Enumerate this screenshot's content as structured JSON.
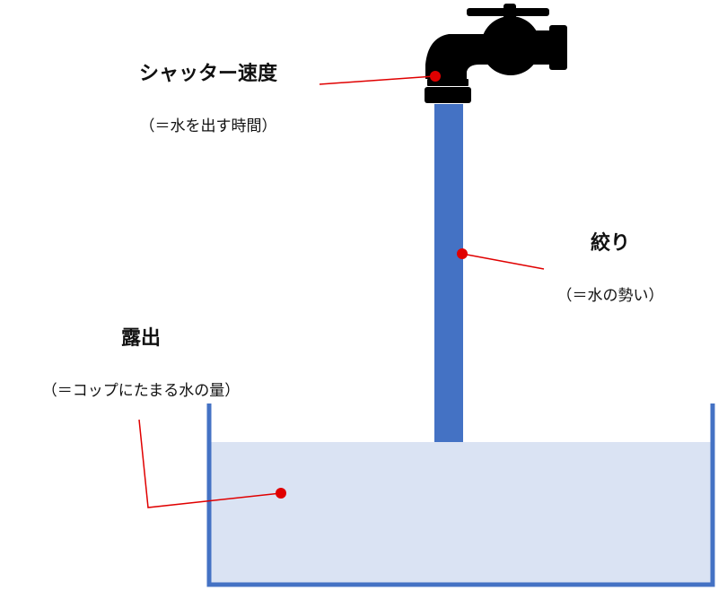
{
  "labels": {
    "shutter": {
      "title": "シャッター速度",
      "subtitle": "（＝水を出す時間）"
    },
    "aperture": {
      "title": "絞り",
      "subtitle": "（＝水の勢い）"
    },
    "exposure": {
      "title": "露出",
      "subtitle": "（＝コップにたまる水の量）"
    }
  },
  "icons": {
    "faucet": "faucet-icon"
  },
  "colors": {
    "water_stream": "#4472c4",
    "water_pool": "#dae3f3",
    "container": "#4472c4",
    "pointer": "#e00000",
    "faucet": "#000000"
  }
}
